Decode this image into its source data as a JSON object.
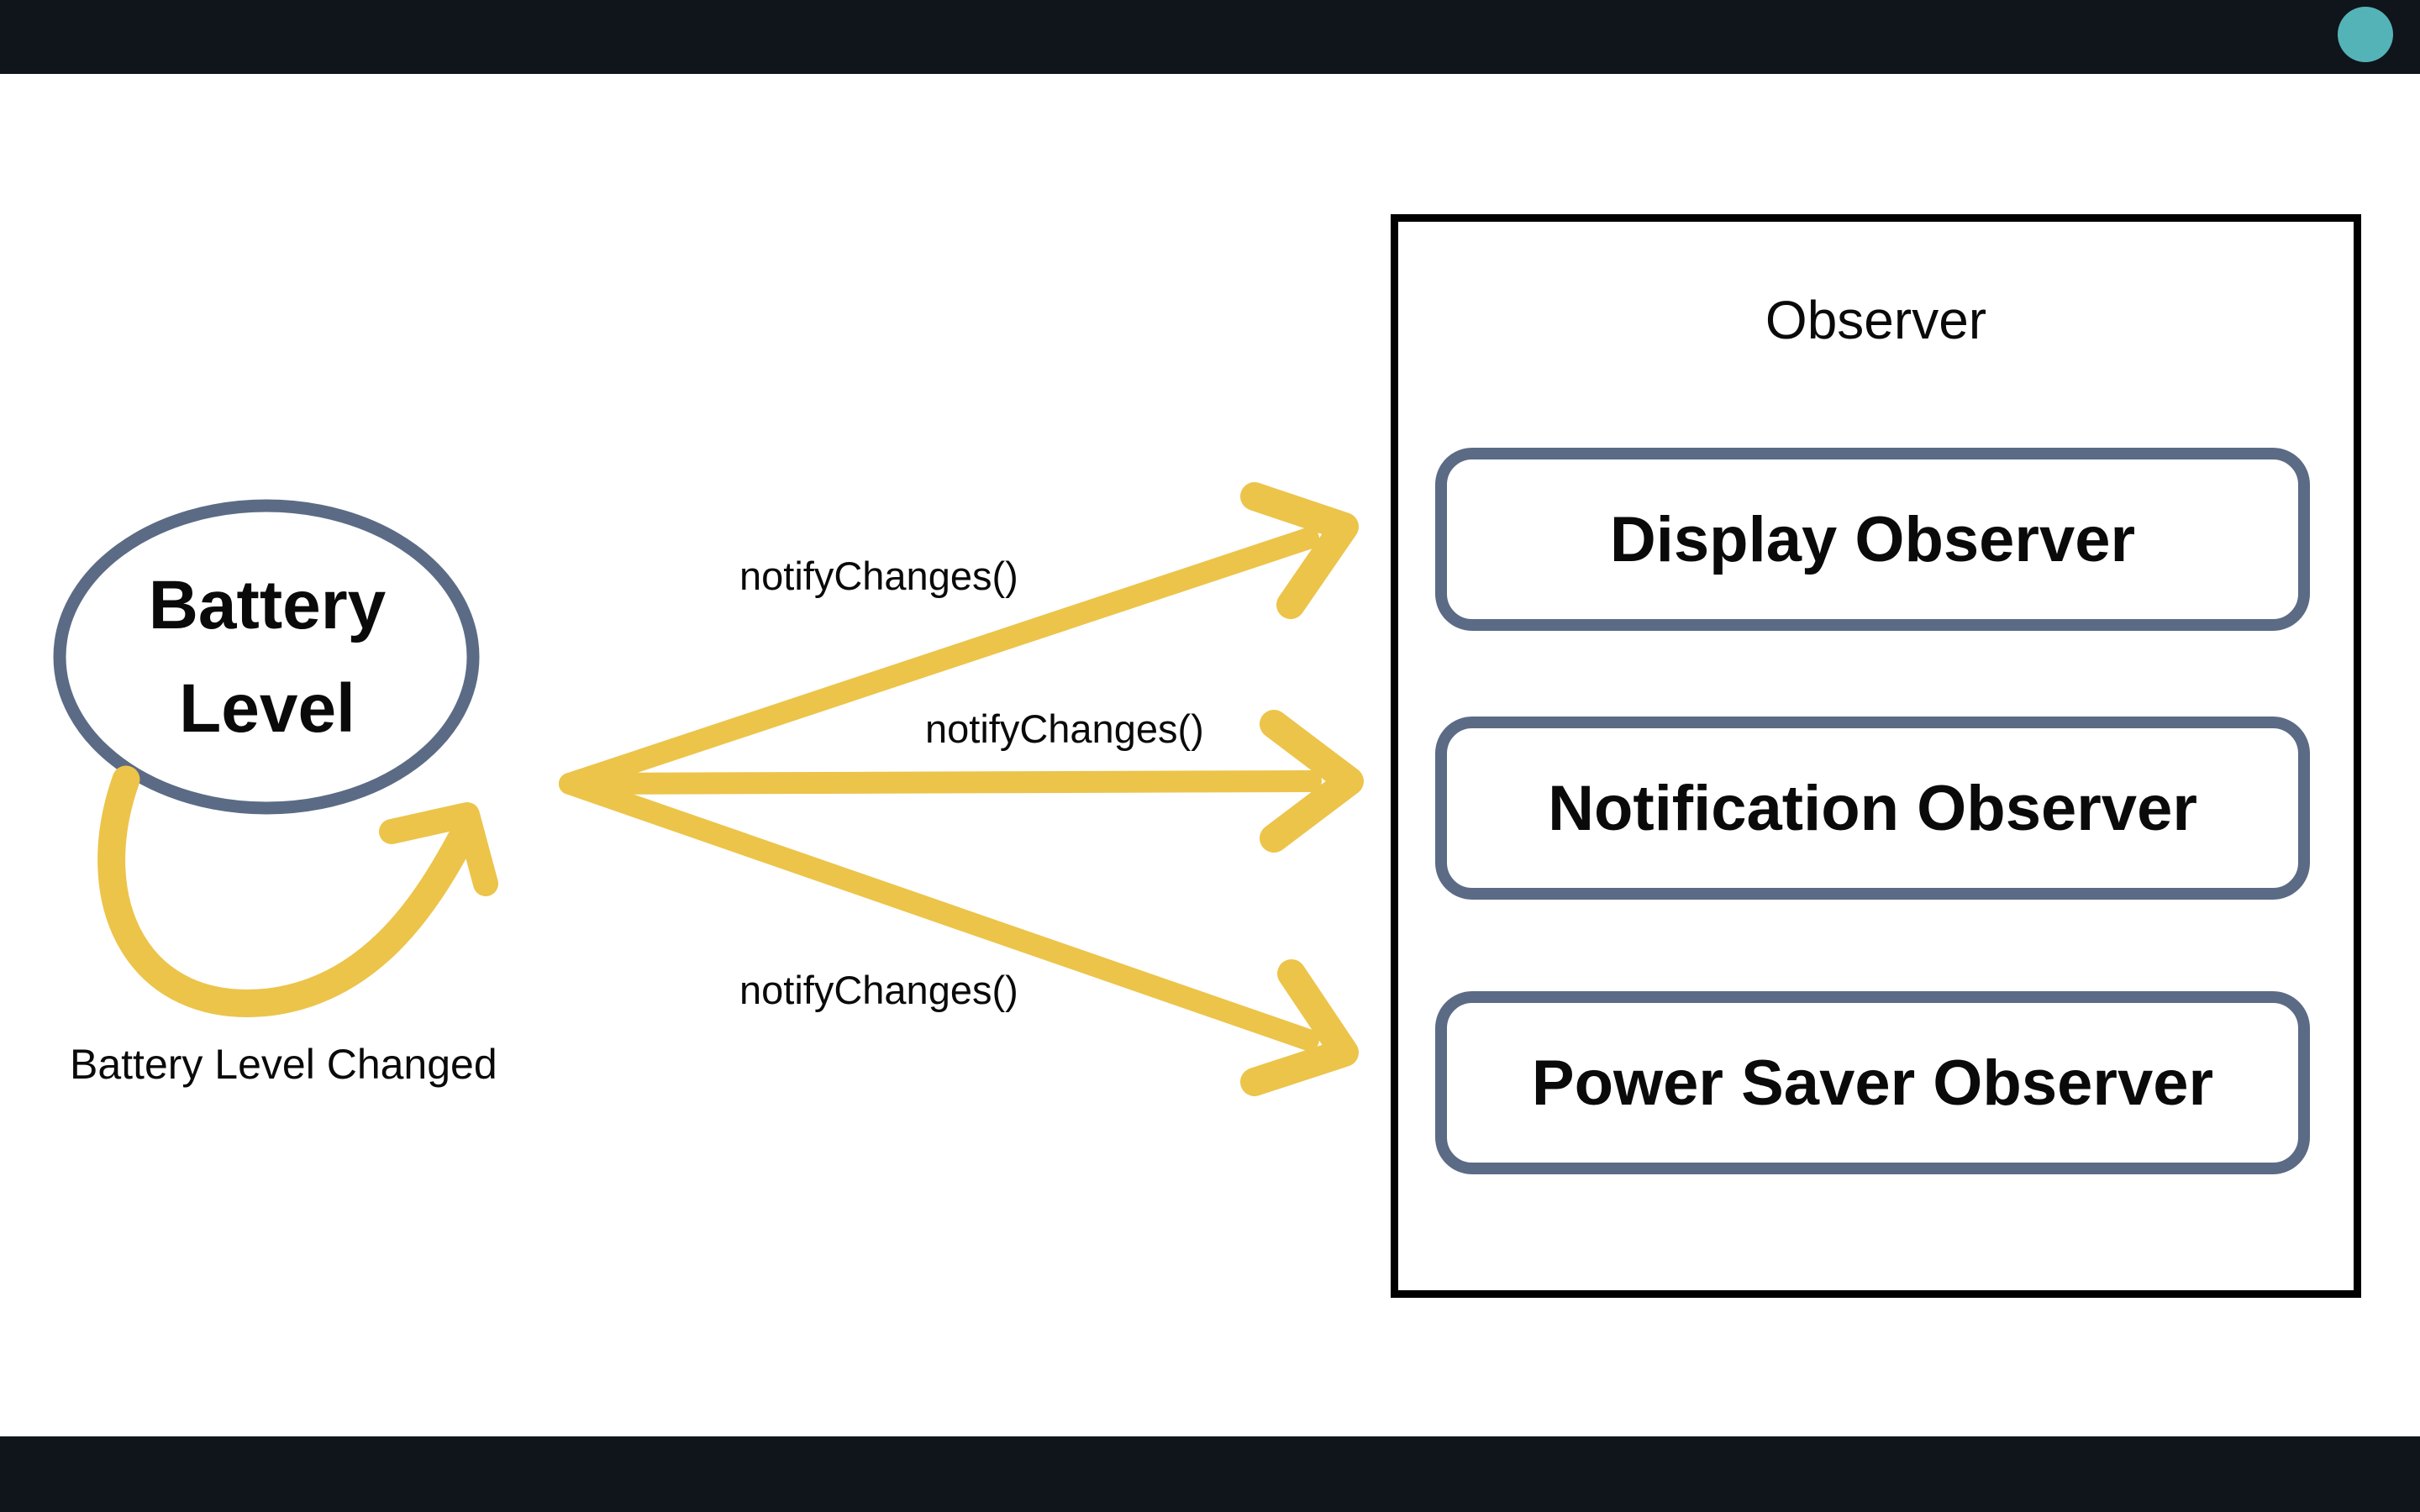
{
  "colors": {
    "bar": "#10141b",
    "teal": "#54b3b7",
    "yellow": "#ecc44a",
    "slate": "#5b6b85",
    "ink": "#0a0a0a",
    "bg": "#ffffff"
  },
  "subject": {
    "label": "Battery Level",
    "event_label": "Battery Level Changed"
  },
  "notify_labels": [
    "notifyChanges()",
    "notifyChanges()",
    "notifyChanges()"
  ],
  "panel": {
    "title": "Observer",
    "observers": [
      "Display Observer",
      "Notification Observer",
      "Power Saver Observer"
    ]
  }
}
